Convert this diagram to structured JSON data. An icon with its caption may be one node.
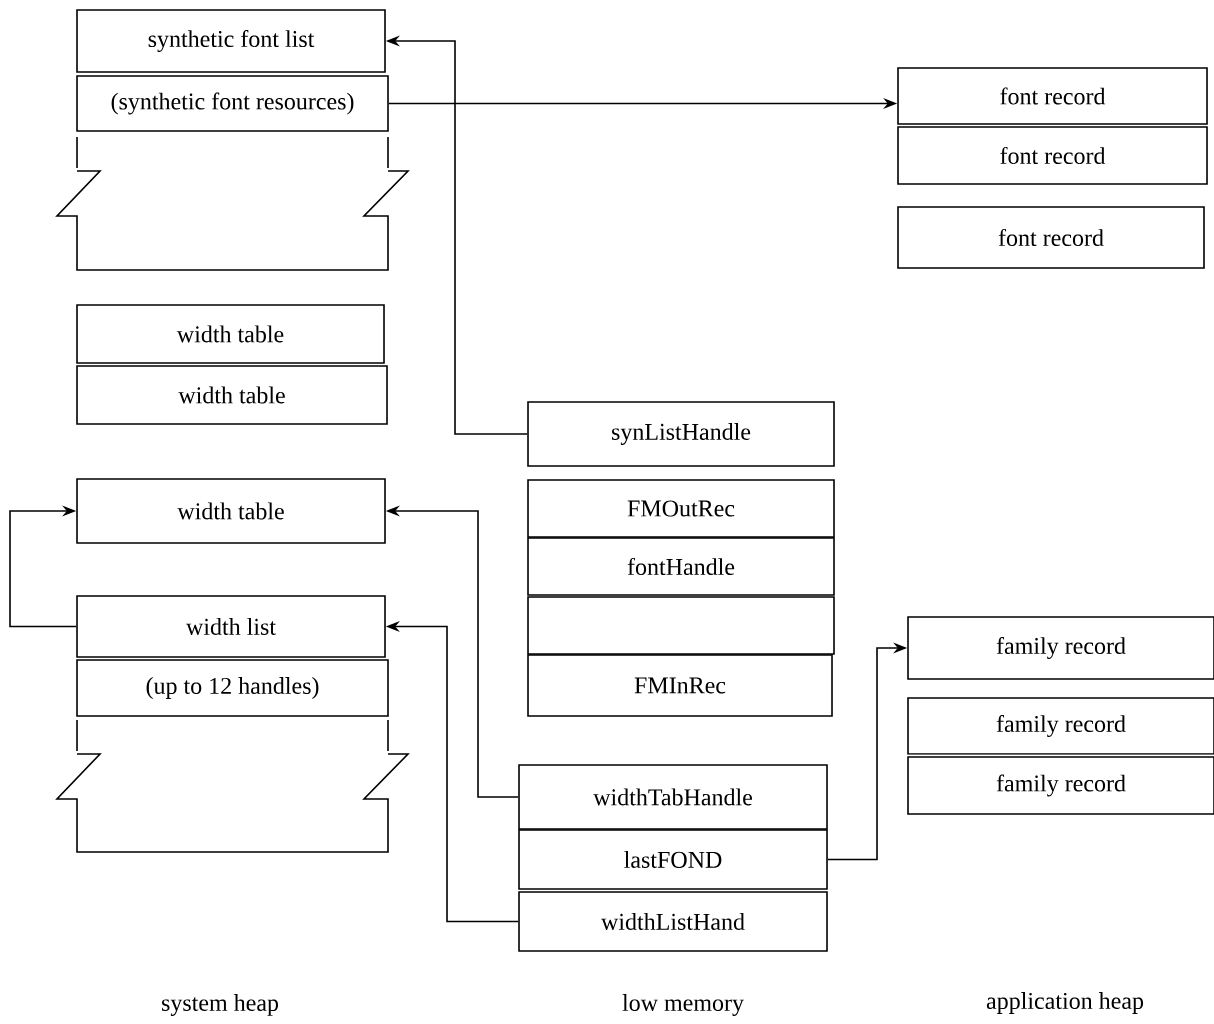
{
  "diagram": {
    "nodes": [
      {
        "text": [
          "synthetic font list"
        ]
      },
      {
        "text": [
          "(synthetic font resources)"
        ]
      },
      {
        "text": [
          "font record"
        ]
      },
      {
        "text": [
          "font record"
        ]
      },
      {
        "text": [
          "font record"
        ]
      },
      {
        "text": [
          "width table"
        ]
      },
      {
        "text": [
          "width table"
        ]
      },
      {
        "text": [
          "synListHandle"
        ]
      },
      {
        "text": [
          "width table"
        ]
      },
      {
        "text": [
          "FMOutRec"
        ]
      },
      {
        "text": [
          "fontHandle"
        ]
      },
      {
        "text": [],
        "shape": "box"
      },
      {
        "text": [
          "width list"
        ]
      },
      {
        "text": [
          "(up to 12 handles)"
        ]
      },
      {
        "text": [
          "FMInRec"
        ]
      },
      {
        "text": [
          "family record"
        ]
      },
      {
        "text": [
          "family record"
        ]
      },
      {
        "text": [
          "family record"
        ]
      },
      {
        "text": [
          "widthTabHandle"
        ]
      },
      {
        "text": [
          "lastFOND"
        ]
      },
      {
        "text": [
          "widthListHand"
        ]
      }
    ],
    "edges": [
      {
        "from": 7,
        "to": 0,
        "arrow": "to"
      },
      {
        "from": 1,
        "to": 2,
        "arrow": "to"
      },
      {
        "from": 18,
        "to": 8,
        "arrow": "to"
      },
      {
        "from": 20,
        "to": 12,
        "arrow": "to"
      },
      {
        "from": 12,
        "to": 8,
        "arrow": "to"
      },
      {
        "from": 19,
        "to": 15,
        "arrow": "to"
      }
    ],
    "labels": [
      "system heap",
      "low memory",
      "application heap"
    ]
  }
}
